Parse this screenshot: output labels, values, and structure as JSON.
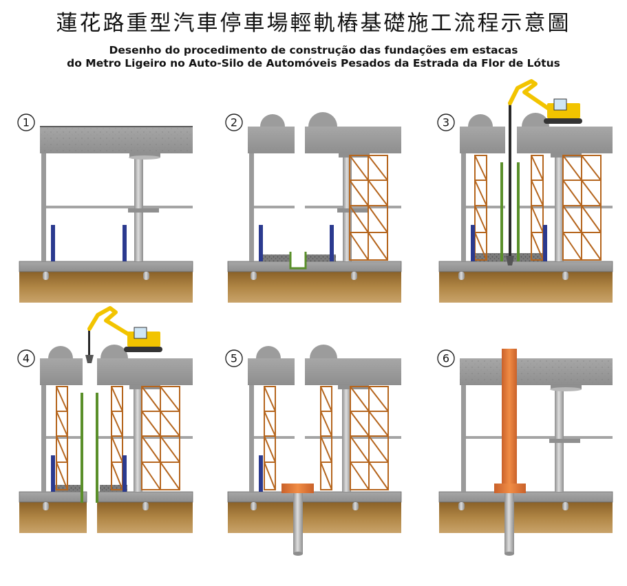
{
  "title_zh": "蓮花路重型汽車停車場輕軌樁基礎施工流程示意圖",
  "title_pt_line1": "Desenho do procedimento de construção das fundações em estacas",
  "title_pt_line2": "do Metro Ligeiro no Auto-Silo de Automóveis Pesados da Estrada da Flor de Lótus",
  "steps": [
    {
      "label": "1",
      "phase": "existing-structure"
    },
    {
      "label": "2",
      "phase": "shoring-and-slab-opening"
    },
    {
      "label": "3",
      "phase": "crane-installs-casing"
    },
    {
      "label": "4",
      "phase": "excavation-through-casing"
    },
    {
      "label": "5",
      "phase": "pile-cast-with-pile-cap"
    },
    {
      "label": "6",
      "phase": "column-complete-shoring-removed"
    }
  ],
  "colors": {
    "concrete": "#999999",
    "concrete_dark": "#6e6e6e",
    "soil": "#a0763a",
    "soil_dark": "#6f4f1f",
    "column": "#b8b8b8",
    "blue_post": "#2b3a8f",
    "green_casing": "#5a8f2a",
    "orange_pile": "#e07a30",
    "scaffold": "#b5651d",
    "crane_yellow": "#f2c400"
  }
}
